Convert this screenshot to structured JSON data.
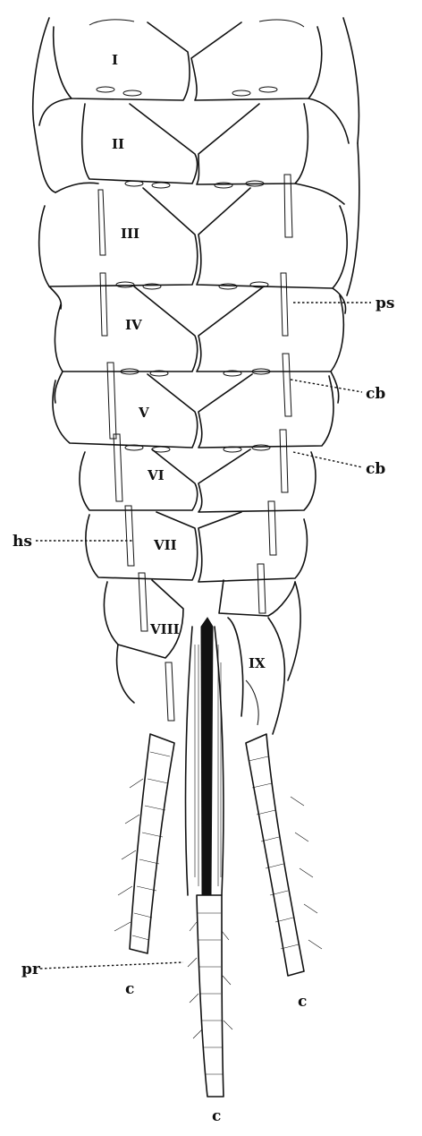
{
  "segments": [
    "I",
    "II",
    "III",
    "IV",
    "V",
    "VI",
    "VII",
    "VIII",
    "IX"
  ],
  "labels": {
    "ps": "ps",
    "cb_upper": "cb",
    "cb_lower": "cb",
    "hs": "hs",
    "pr": "pr",
    "c_left": "c",
    "c_right": "c",
    "c_center": "c"
  }
}
